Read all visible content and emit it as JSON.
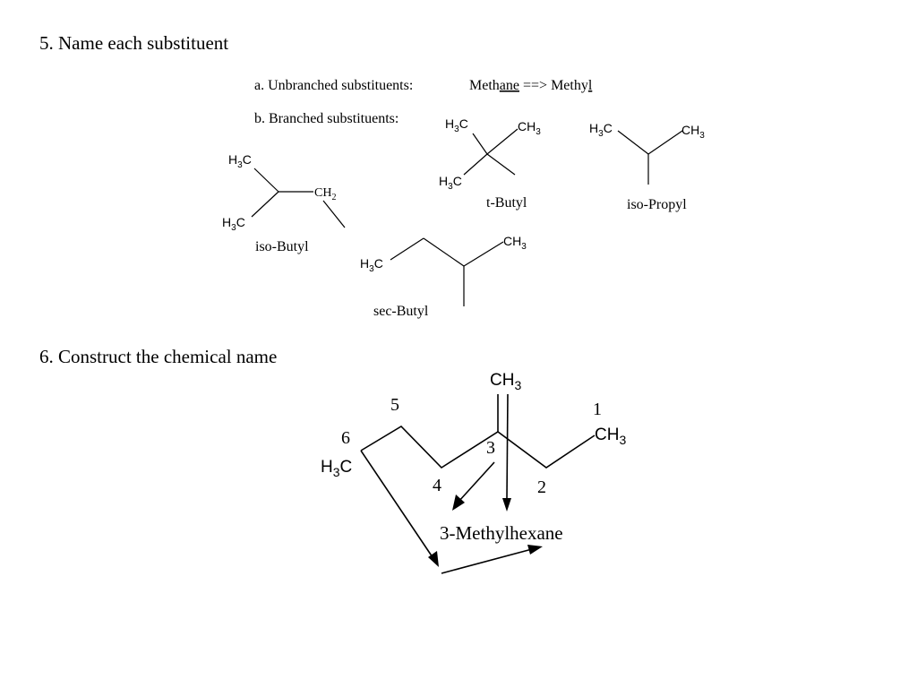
{
  "section5": {
    "heading": "5. Name each substituent",
    "unbranched": {
      "label": "a. Unbranched substituents:",
      "parent_stem": "Meth",
      "parent_suffix": "ane",
      "arrow": " ==> ",
      "result_stem": "Meth",
      "result_y": "y",
      "result_l": "l"
    },
    "branched_label": "b. Branched substituents:",
    "tbutyl": {
      "caption": "t-Butyl"
    },
    "isopropyl": {
      "caption": "iso-Propyl"
    },
    "isobutyl": {
      "caption": "iso-Butyl"
    },
    "secbutyl": {
      "caption": "sec-Butyl"
    }
  },
  "section6": {
    "heading": "6. Construct the chemical name",
    "carbon_numbers": [
      "1",
      "2",
      "3",
      "4",
      "5",
      "6"
    ],
    "result_name": "3-Methylhexane"
  }
}
